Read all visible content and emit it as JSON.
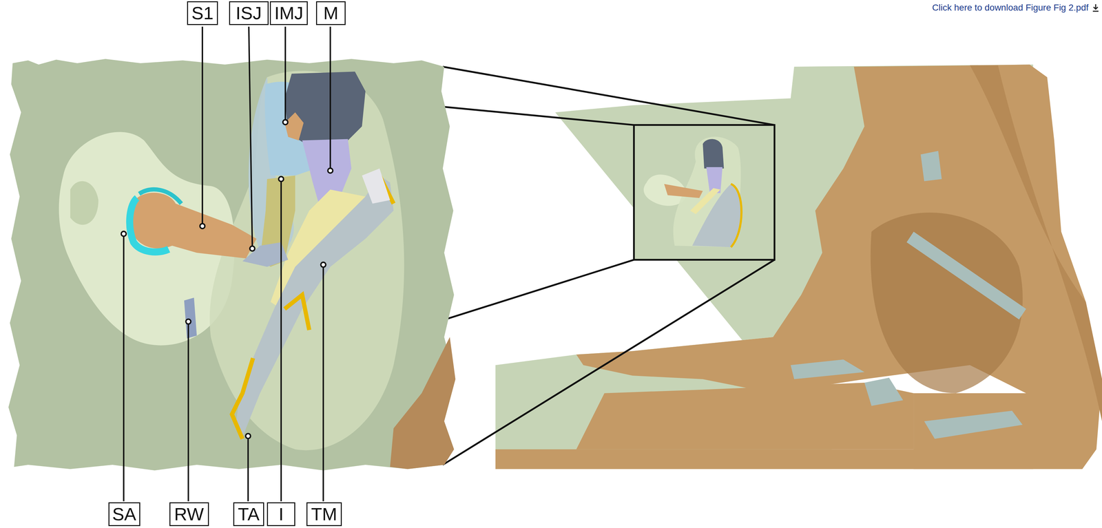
{
  "diagram": {
    "nodes": [
      {
        "text": [
          "S1"
        ]
      },
      {
        "text": [
          "ISJ"
        ]
      },
      {
        "text": [
          "IMJ"
        ]
      },
      {
        "text": [
          "M"
        ]
      },
      {
        "text": [
          "SA"
        ]
      },
      {
        "text": [
          "RW"
        ]
      },
      {
        "text": [
          "TA"
        ]
      },
      {
        "text": [
          "I"
        ]
      },
      {
        "text": [
          "TM"
        ]
      }
    ],
    "labels": [
      "Click here to download Figure Fig 2.pdf"
    ]
  }
}
